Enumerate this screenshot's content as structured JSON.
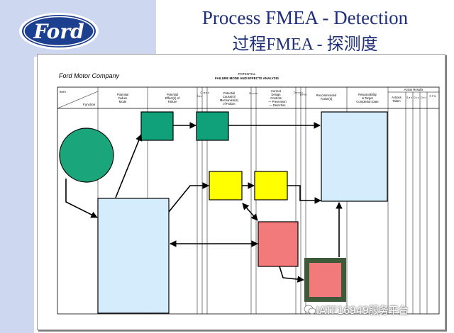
{
  "title": {
    "english": "Process FMEA - Detection",
    "chinese": "过程FMEA - 探测度"
  },
  "logo": {
    "text": "Ford",
    "icon": "ford-oval-logo"
  },
  "form": {
    "company": "Ford Motor Company",
    "heading_line1": "POTENTIAL",
    "heading_line2": "FAILURE MODE AND EFFECTS ANALYSIS",
    "columns": {
      "item": "Item",
      "function": "Function",
      "failure_mode": [
        "Potential",
        "Failure",
        "Mode"
      ],
      "effects": [
        "Potential",
        "Effect(s) of",
        "Failure"
      ],
      "sev": "S e v",
      "class": "C l a s s",
      "causes": [
        "Potential",
        "Cause(s)/",
        "Mechanism(s)",
        "of Failure"
      ],
      "occur": "O c c u r",
      "controls": [
        "Current",
        "Design",
        "Controls",
        "— Prevention",
        "— Detection"
      ],
      "detec": "D e t e c",
      "rpn": "R P N",
      "recommended": [
        "Recommended",
        "Action(s)"
      ],
      "responsibility": [
        "Responsibility",
        "& Target",
        "Completion Date"
      ],
      "action_results": "Action Results",
      "actions_taken": [
        "Actions",
        "Taken"
      ],
      "results_cols": [
        "S e v",
        "O c c",
        "D e t",
        "R P N"
      ]
    }
  },
  "colors": {
    "circle": "#1aa67a",
    "green_box": "#10a07a",
    "yellow_box": "#ffff00",
    "red_box": "#f37a7a",
    "blue_box": "#d4ecfb",
    "dark_frame": "#3f5a3a",
    "title_text": "#1f2f7a"
  },
  "watermark": {
    "text": "IATF16949服务平台",
    "icon": "wechat-icon"
  }
}
